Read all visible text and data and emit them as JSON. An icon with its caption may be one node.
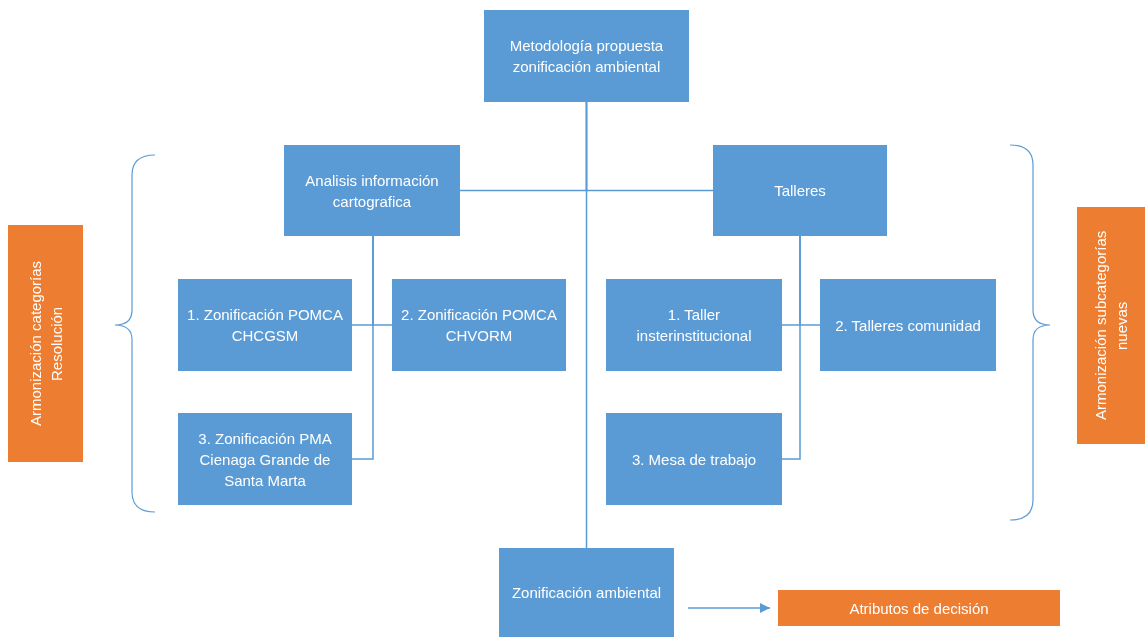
{
  "diagram": {
    "nodes": [
      {
        "text": [
          "Metodología propuesta zonificación ambiental"
        ]
      },
      {
        "text": [
          "Analisis información cartografica"
        ]
      },
      {
        "text": [
          "Talleres"
        ]
      },
      {
        "text": [
          "1. Zonificación POMCA CHCGSM"
        ]
      },
      {
        "text": [
          "2. Zonificación POMCA CHVORM"
        ]
      },
      {
        "text": [
          "3. Zonificación PMA Cienaga Grande de Santa Marta"
        ]
      },
      {
        "text": [
          "1. Taller insterinstitucional"
        ]
      },
      {
        "text": [
          "2. Talleres comunidad"
        ]
      },
      {
        "text": [
          "3. Mesa de trabajo"
        ]
      },
      {
        "text": [
          "Zonificación ambiental"
        ]
      },
      {
        "text": [
          "Atributos de decisión"
        ]
      },
      {
        "text": [
          "Armonización categorías Resolución"
        ]
      },
      {
        "text": [
          "Armonización subcategorías nuevas"
        ]
      }
    ],
    "edges": [
      {
        "from": 0,
        "to": 1,
        "arrow": "none"
      },
      {
        "from": 0,
        "to": 2,
        "arrow": "none"
      },
      {
        "from": 0,
        "to": 9,
        "arrow": "none"
      },
      {
        "from": 1,
        "to": 3,
        "arrow": "none"
      },
      {
        "from": 1,
        "to": 4,
        "arrow": "none"
      },
      {
        "from": 1,
        "to": 5,
        "arrow": "none"
      },
      {
        "from": 2,
        "to": 6,
        "arrow": "none"
      },
      {
        "from": 2,
        "to": 7,
        "arrow": "none"
      },
      {
        "from": 2,
        "to": 8,
        "arrow": "none"
      },
      {
        "from": 9,
        "to": 10,
        "arrow": "to"
      }
    ]
  }
}
